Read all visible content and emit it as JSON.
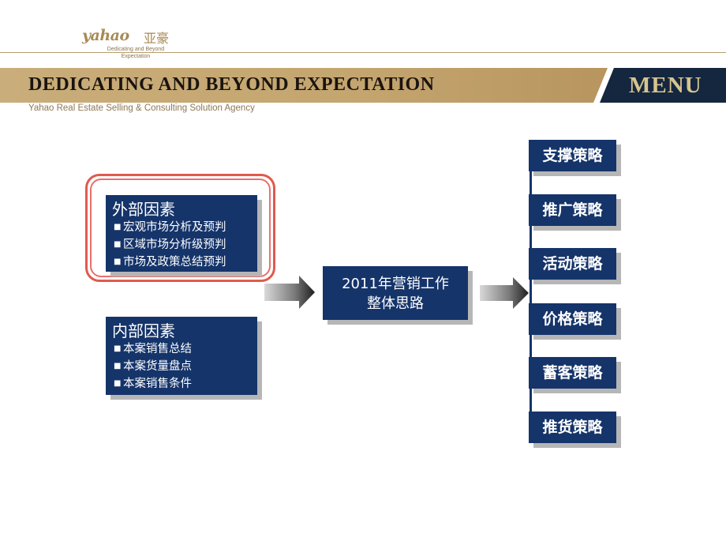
{
  "header": {
    "logo_text": "yahao",
    "logo_cn": "亚豪",
    "logo_tagline_1": "Dedicating and Beyond",
    "logo_tagline_2": "Expectation",
    "title": "DEDICATING AND BEYOND EXPECTATION",
    "subtitle": "Yahao Real Estate Selling & Consulting Solution Agency",
    "menu_label": "MENU"
  },
  "external_factors": {
    "title": "外部因素",
    "items": [
      "宏观市场分析及预判",
      "区域市场分析级预判",
      "市场及政策总结预判"
    ]
  },
  "internal_factors": {
    "title": "内部因素",
    "items": [
      "本案销售总结",
      "本案货量盘点",
      "本案销售条件"
    ]
  },
  "center": {
    "line1": "2011年营销工作",
    "line2": "整体思路"
  },
  "strategies": [
    "支撑策略",
    "推广策略",
    "活动策略",
    "价格策略",
    "蓄客策略",
    "推货策略"
  ],
  "colors": {
    "box_fill": "#15346a",
    "highlight_border": "#e05a4e",
    "band_gold": "#c7a873",
    "accent_gold": "#a88a55"
  }
}
